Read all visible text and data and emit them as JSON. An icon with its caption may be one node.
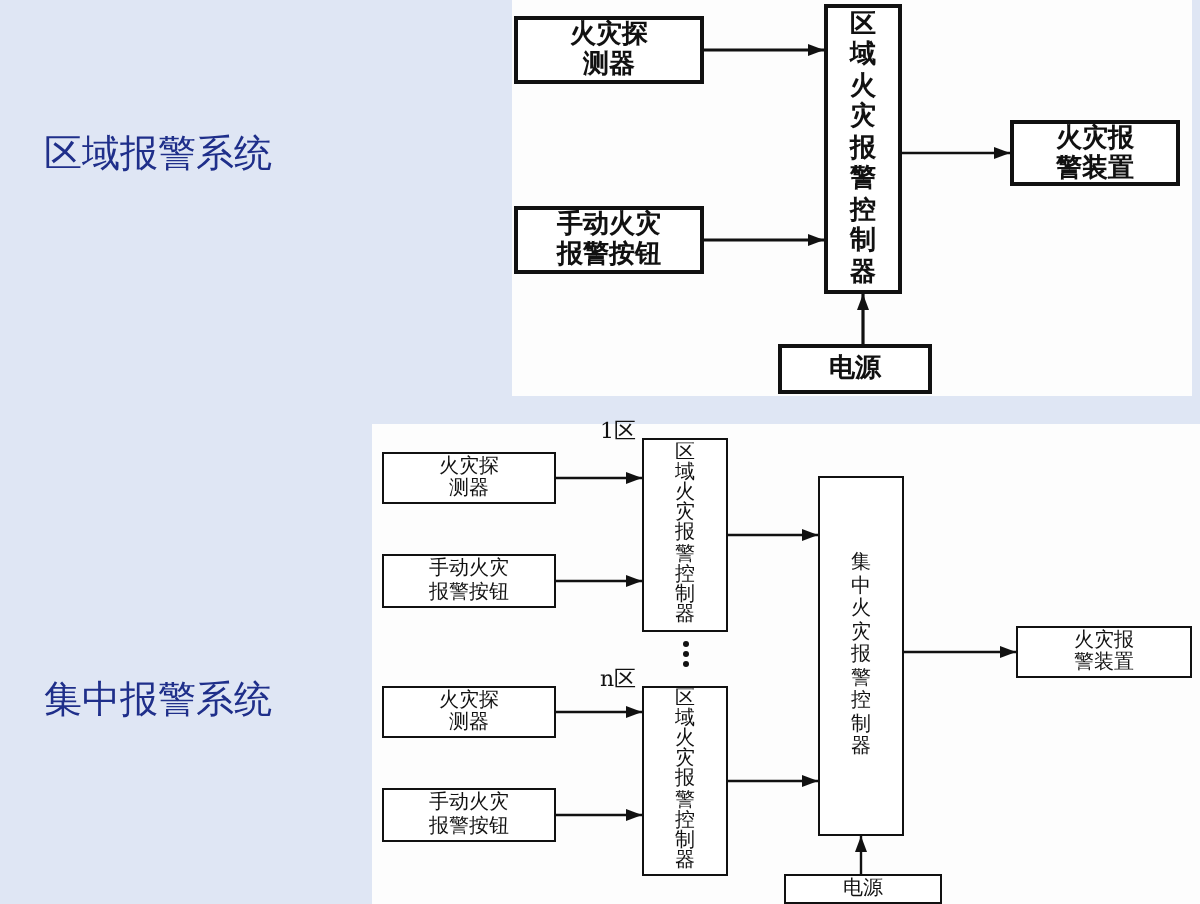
{
  "diagram": {
    "nodes": [
      {
        "text": [
          "火灾探测器"
        ]
      },
      {
        "text": [
          "手动火灾报警按钮"
        ]
      },
      {
        "text": [
          "区域火灾报警控制器"
        ]
      },
      {
        "text": [
          "火灾报警装置"
        ]
      },
      {
        "text": [
          "电源"
        ]
      },
      {
        "text": [
          "火灾探测器"
        ]
      },
      {
        "text": [
          "手动火灾报警按钮"
        ]
      },
      {
        "text": [
          "区域火灾报警控制器"
        ],
        "beside": [
          "1区"
        ]
      },
      {
        "text": [
          "火灾探测器"
        ]
      },
      {
        "text": [
          "手动火灾报警按钮"
        ]
      },
      {
        "text": [
          "区域火灾报警控制器"
        ],
        "beside": [
          "n区"
        ]
      },
      {
        "text": [
          "集中火灾报警控制器"
        ]
      },
      {
        "text": [
          "火灾报警装置"
        ]
      },
      {
        "text": [
          "电源"
        ]
      }
    ],
    "edges": [
      {
        "from": 0,
        "to": 2,
        "arrow": "to"
      },
      {
        "from": 1,
        "to": 2,
        "arrow": "to"
      },
      {
        "from": 2,
        "to": 3,
        "arrow": "to"
      },
      {
        "from": 4,
        "to": 2,
        "arrow": "to"
      },
      {
        "from": 5,
        "to": 7,
        "arrow": "to"
      },
      {
        "from": 6,
        "to": 7,
        "arrow": "to"
      },
      {
        "from": 7,
        "to": 11,
        "arrow": "to"
      },
      {
        "from": 8,
        "to": 10,
        "arrow": "to"
      },
      {
        "from": 9,
        "to": 10,
        "arrow": "to"
      },
      {
        "from": 10,
        "to": 11,
        "arrow": "to"
      },
      {
        "from": 11,
        "to": 12,
        "arrow": "to"
      },
      {
        "from": 13,
        "to": 11,
        "arrow": "to"
      }
    ],
    "labels": [
      "区域报警系统",
      "集中报警系统"
    ]
  }
}
